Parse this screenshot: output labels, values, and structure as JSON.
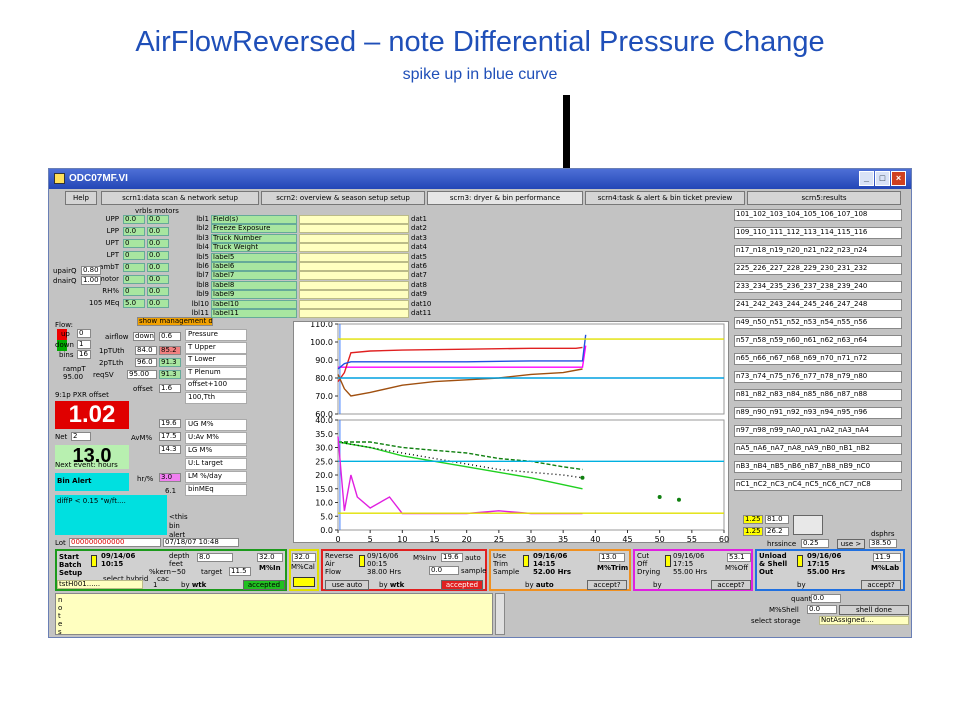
{
  "slide": {
    "title": "AirFlowReversed – note Differential Pressure Change",
    "subtitle": "spike up in blue curve"
  },
  "window": {
    "title": "ODC07MF.VI",
    "help_label": "Help",
    "tabs": [
      {
        "label": "scrn1:data scan & network setup"
      },
      {
        "label": "scrn2: overview & season setup setup"
      },
      {
        "label": "scrn3: dryer & bin performance"
      },
      {
        "label": "scrn4:task & alert & bin ticket preview"
      },
      {
        "label": "scrn5:results"
      }
    ]
  },
  "vrbls": {
    "header_left": "vrbls",
    "header_right": "motors",
    "rows": [
      {
        "label": "UPP",
        "a": "0.0",
        "b": "0.0"
      },
      {
        "label": "LPP",
        "a": "0.0",
        "b": "0.0"
      },
      {
        "label": "UPT",
        "a": "0",
        "b": "0.0"
      },
      {
        "label": "LPT",
        "a": "0",
        "b": "0.0"
      },
      {
        "label": "ambT",
        "a": "0",
        "b": "0.0"
      },
      {
        "label": "motor",
        "a": "0",
        "b": "0.0"
      },
      {
        "label": "RH%",
        "a": "0",
        "b": "0.0"
      },
      {
        "label": "105 MEq",
        "a": "5.0",
        "b": "0.0"
      }
    ],
    "upairQ_label": "upairQ",
    "upairQ": "0.80",
    "dnairQ_label": "dnairQ",
    "dnairQ": "1.00",
    "show_mgmt": "show management data"
  },
  "labels": {
    "rows": [
      {
        "lbl": "lbl1",
        "val": "Field(s)",
        "dat": "dat1"
      },
      {
        "lbl": "lbl2",
        "val": "Freeze Exposure",
        "dat": "dat2"
      },
      {
        "lbl": "lbl3",
        "val": "Truck Number",
        "dat": "dat3"
      },
      {
        "lbl": "lbl4",
        "val": "Truck Weight",
        "dat": "dat4"
      },
      {
        "lbl": "lbl5",
        "val": "label5",
        "dat": "dat5"
      },
      {
        "lbl": "lbl6",
        "val": "label6",
        "dat": "dat6"
      },
      {
        "lbl": "lbl7",
        "val": "label7",
        "dat": "dat7"
      },
      {
        "lbl": "lbl8",
        "val": "label8",
        "dat": "dat8"
      },
      {
        "lbl": "lbl9",
        "val": "label9",
        "dat": "dat9"
      },
      {
        "lbl": "lbl10",
        "val": "label10",
        "dat": "dat10"
      },
      {
        "lbl": "lbl11",
        "val": "label11",
        "dat": "dat11"
      }
    ]
  },
  "bin_ids": [
    "101_102_103_104_105_106_107_108",
    "109_110_111_112_113_114_115_116",
    "n17_n18_n19_n20_n21_n22_n23_n24",
    "225_226_227_228_229_230_231_232",
    "233_234_235_236_237_238_239_240",
    "241_242_243_244_245_246_247_248",
    "n49_n50_n51_n52_n53_n54_n55_n56",
    "n57_n58_n59_n60_n61_n62_n63_n64",
    "n65_n66_n67_n68_n69_n70_n71_n72",
    "n73_n74_n75_n76_n77_n78_n79_n80",
    "n81_n82_n83_n84_n85_n86_n87_n88",
    "n89_n90_n91_n92_n93_n94_n95_n96",
    "n97_n98_n99_nA0_nA1_nA2_nA3_nA4",
    "nA5_nA6_nA7_nA8_nA9_nB0_nB1_nB2",
    "nB3_nB4_nB5_nB6_nB7_nB8_nB9_nC0",
    "nC1_nC2_nC3_nC4_nC5_nC6_nC7_nC8"
  ],
  "flow": {
    "label": "Flow:",
    "up": "up",
    "up_val": "0",
    "down": "down",
    "down_val": "1",
    "bins": "bins",
    "bins_val": "16",
    "rampT": "rampT",
    "rampT_val": "95.00",
    "pxr_label": "9:1p PXR offset",
    "pxr_value": "1.02",
    "net_label": "Net",
    "net_val": "2",
    "next_value": "13.0",
    "next_label": "Next event: hours",
    "bin_alert": "Bin Alert",
    "diffp_text": "diffP < 0.15 \"w/ft....",
    "this_bin_alert": "<this bin alert",
    "lot_label": "Lot",
    "lot_val": "000000000000",
    "lot_date": "07/18/07 10:48"
  },
  "airflow": {
    "airflow_label": "airflow",
    "airflow_val": "down",
    "airflow_num": "0.6",
    "tpt1_label": "1pTUth",
    "tpt1": "84.0",
    "tpt1b": "85.2",
    "tpt2_label": "2pTLth",
    "tpt2": "96.0",
    "tpt2b": "91.3",
    "reqsv_label": "reqSV",
    "reqsv": "95.00",
    "reqsvb": "91.3",
    "offset_label": "offset",
    "offset": "1.6",
    "legend": [
      "Pressure",
      "T Upper",
      "T Lower",
      "T Plenum",
      "offset+100",
      "100,Tth"
    ]
  },
  "moisture": {
    "avm_label": "AvM%",
    "avm": "17.5",
    "ug": "19.6",
    "lg": "14.3",
    "hr_label": "hr/%",
    "hr": "3.0",
    "binmeq": "6.1",
    "legend": [
      "UG M%",
      "U:Av M%",
      "LG M%",
      "U:L target",
      "LM %/day",
      "binMEq"
    ]
  },
  "right_panel": {
    "r1": "1.25",
    "r1b": "81.0",
    "r2": "1.25",
    "r2b": "26.2",
    "dsphrs": "dsphrs",
    "hrssince_label": "hrssince",
    "hrssince": "0.25",
    "use_label": "use >",
    "use_val": "38.50",
    "quant_label": "quant",
    "quant": "0.0",
    "mshell_label": "M%Shell",
    "mshell": "0.0",
    "shell_done": "shell done",
    "select_storage": "select storage",
    "not_assigned": "NotAssigned...."
  },
  "panels": {
    "start": {
      "l1": "Start",
      "l2": "Batch",
      "l3": "Setup",
      "date": "09/14/06",
      "time": "10:15",
      "hrs": "%kern~50",
      "depth_label": "depth",
      "depth": "8.0",
      "feet": "feet",
      "target_label": "target",
      "target": "11.5",
      "select_hybrid": "select hybrid",
      "cac": "cac",
      "min_val": "32.0",
      "min_label": "M%In",
      "tst": "tstH001......",
      "num": "1",
      "by": "by",
      "by_val": "wtk",
      "accepted": "accepted"
    },
    "mcal": {
      "val": "32.0",
      "label": "M%Cal"
    },
    "reverse": {
      "l1": "Reverse",
      "l2": "Air",
      "l3": "Flow",
      "date": "09/16/06",
      "time": "00:15",
      "hrs": "38.00 Hrs",
      "minv_label": "M%Inv",
      "minv": "19.6",
      "auto": "auto",
      "sample": "sample",
      "sample_val": "0.0",
      "use_auto": "use auto",
      "by": "by",
      "by_val": "wtk",
      "accepted": "accepted"
    },
    "use_trim": {
      "l1": "Use",
      "l2": "Trim",
      "l3": "Sample",
      "date": "09/16/06",
      "time": "14:15",
      "hrs": "52.00 Hrs",
      "mtrim": "13.0",
      "mtrim_label": "M%Trim",
      "by": "by",
      "by_val": "auto",
      "accept": "accept?"
    },
    "cutoff": {
      "l1": "Cut",
      "l2": "Off",
      "l3": "Drying",
      "date": "09/16/06",
      "time": "17:15",
      "hrs": "55.00 Hrs",
      "moff": "53.1",
      "moff_label": "M%Off",
      "by": "by",
      "accept": "accept?"
    },
    "unload": {
      "l1": "Unload",
      "l2": "& Shell",
      "l3": "Out",
      "date": "09/16/06",
      "time": "17:15",
      "hrs": "55.00 Hrs",
      "mlab": "11.9",
      "mlab_label": "M%Lab",
      "by": "by",
      "accept": "accept?"
    }
  },
  "notes": {
    "label": "notes"
  },
  "chart_data": [
    {
      "type": "line",
      "title": "",
      "xlim": [
        0,
        60
      ],
      "ylim": [
        60,
        110
      ],
      "yticks": [
        "110.0",
        "100.0",
        "90.0",
        "80.0",
        "70.0",
        "60.0"
      ],
      "series": [
        {
          "name": "Pressure",
          "color": "#ff00ff",
          "x": [
            0,
            2,
            38,
            38.5
          ],
          "y": [
            86,
            86,
            86,
            98
          ]
        },
        {
          "name": "T Upper",
          "color": "#e02020",
          "x": [
            0,
            1,
            2,
            5,
            10,
            20,
            30,
            37,
            38
          ],
          "y": [
            78,
            83,
            94,
            95,
            95.5,
            96,
            96.5,
            96.5,
            97
          ]
        },
        {
          "name": "T Lower",
          "color": "#2050e0",
          "x": [
            0,
            1,
            2,
            5,
            10,
            20,
            30,
            37,
            38,
            38.5
          ],
          "y": [
            85,
            88,
            89,
            89,
            89,
            89,
            89.5,
            89.5,
            89.5,
            104
          ]
        },
        {
          "name": "T Plenum",
          "color": "#a05010",
          "x": [
            0,
            1,
            2,
            5,
            10,
            15,
            20,
            25,
            30,
            35,
            38
          ],
          "y": [
            82,
            74,
            70,
            72,
            76,
            78,
            79,
            80,
            82,
            83,
            85
          ]
        },
        {
          "name": "offset+100",
          "color": "#e0e000",
          "x": [
            0,
            60
          ],
          "y": [
            101.6,
            101.6
          ]
        },
        {
          "name": "100,Tth",
          "color": "#00a0e0",
          "x": [
            0,
            60
          ],
          "y": [
            80,
            80
          ]
        }
      ]
    },
    {
      "type": "line",
      "title": "",
      "xlim": [
        0,
        60
      ],
      "ylim": [
        0,
        40
      ],
      "xticks": [
        0,
        5,
        10,
        15,
        20,
        25,
        30,
        35,
        40,
        45,
        50,
        55,
        60
      ],
      "yticks": [
        "40.0",
        "35.0",
        "30.0",
        "25.0",
        "20.0",
        "15.0",
        "10.0",
        "5.0",
        "0.0"
      ],
      "series": [
        {
          "name": "UG M%",
          "color": "#108010",
          "x": [
            0,
            5,
            10,
            15,
            20,
            25,
            30,
            35,
            38
          ],
          "y": [
            32,
            32,
            30,
            29,
            28,
            26,
            25,
            23,
            22
          ]
        },
        {
          "name": "U:Av M%",
          "color": "#20d020",
          "x": [
            0,
            5,
            10,
            15,
            20,
            25,
            30,
            38
          ],
          "y": [
            32,
            30,
            27,
            25,
            23,
            21,
            19,
            15
          ]
        },
        {
          "name": "LG M%",
          "color": "#000000",
          "x": [
            0,
            5,
            10,
            15,
            20,
            25,
            30,
            35,
            38
          ],
          "y": [
            32,
            30,
            28,
            26,
            24,
            22,
            21,
            20,
            19
          ]
        },
        {
          "name": "U:L target",
          "color": "#00b0e0",
          "x": [
            0,
            60
          ],
          "y": [
            25,
            25
          ]
        },
        {
          "name": "LM %/day",
          "color": "#e020e0",
          "x": [
            0,
            1,
            2,
            3,
            5,
            8,
            10,
            15,
            20,
            25,
            30,
            35,
            38
          ],
          "y": [
            34,
            7,
            20,
            12,
            8,
            12,
            6,
            6,
            6,
            7,
            6,
            6,
            6
          ]
        },
        {
          "name": "binMEq",
          "color": "#e0e000",
          "x": [
            0,
            60
          ],
          "y": [
            6.1,
            6.1
          ]
        }
      ],
      "points": {
        "x": [
          38,
          50,
          53
        ],
        "y": [
          19,
          12,
          11
        ]
      }
    }
  ]
}
